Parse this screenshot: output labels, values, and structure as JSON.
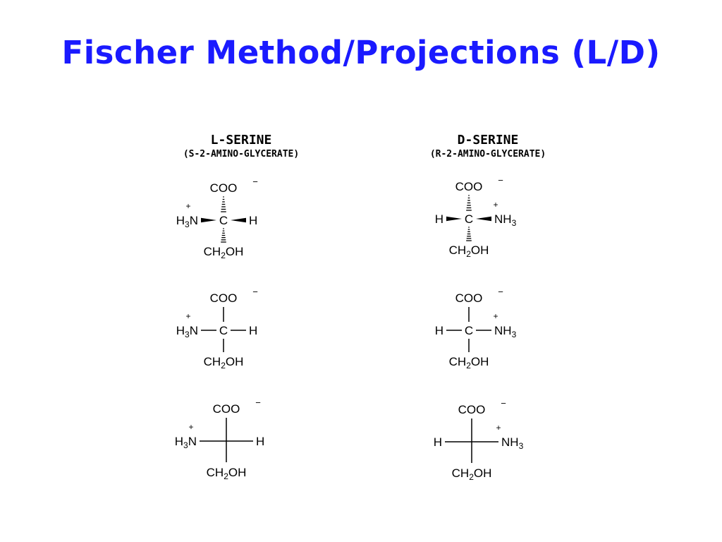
{
  "title": "Fischer Method/Projections (L/D)",
  "columns": [
    {
      "name": "L-SERINE",
      "subtitle": "(S-2-AMINO-GLYCERATE)"
    },
    {
      "name": "D-SERINE",
      "subtitle": "(R-2-AMINO-GLYCERATE)"
    }
  ],
  "labels": {
    "top_main": "COO",
    "top_charge": "−",
    "center": "C",
    "plus": "+",
    "h": "H",
    "n": "N",
    "h3_h": "H",
    "h3_sub": "3",
    "nh3_nh": "NH",
    "nh3_sub": "3",
    "ch2oh_ch": "CH",
    "ch2oh_sub": "2",
    "ch2oh_oh": "OH"
  },
  "colors": {
    "title": "#1a1aff",
    "ink": "#000000"
  }
}
